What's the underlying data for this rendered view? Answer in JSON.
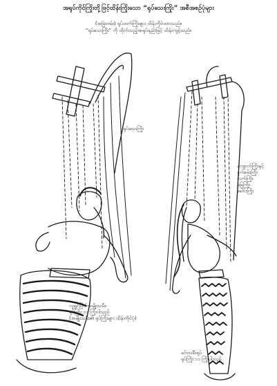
{
  "title": "အရုပ်ကိုင်ကြိုးတို့ဖြင့်ထိန်းကြိုးသော “ရုပ်သေးကြိုး” အစီအစဉ်ပုံများ",
  "subtitle": {
    "line1": "(အမြဲတမ်း) ရုပ်ထက်ကြိုးများ ထိန်းကိုင်ထားသည်။",
    "line2": "“ရုပ်သေးကြိုး” ကို ထိုက်သည့်အရုပ်နည်းဖြင့် ထိန်းကျင့်သည်။"
  },
  "labels": {
    "center": "ရုပ်သေးကြိုး",
    "right": [
      "ကျောက်ကြိုးနှင့်",
      "နှုတ်ခမ်းကြိုး",
      "လက်ကြိုး",
      "ခြေကြိုး",
      "ခေါင်းကြိုး"
    ],
    "left_lower": [
      "လူရွင်ပြက်အမျိုးသမီး",
      "ရုပ်ကြိုး ၁၀ ကြိုးပါသည်",
      "(အမျိုးသမီး၏ ရုပ်ကြိုးများ ထိန်းကိုင်ပုံ)"
    ],
    "right_lower": [
      "မင်းသမီးရုပ်",
      "ရုပ်ကြိုး ၁၁ ကြိုးပါသည်"
    ]
  },
  "colors": {
    "ink": "#1a1a1a",
    "paper": "#ffffff"
  }
}
